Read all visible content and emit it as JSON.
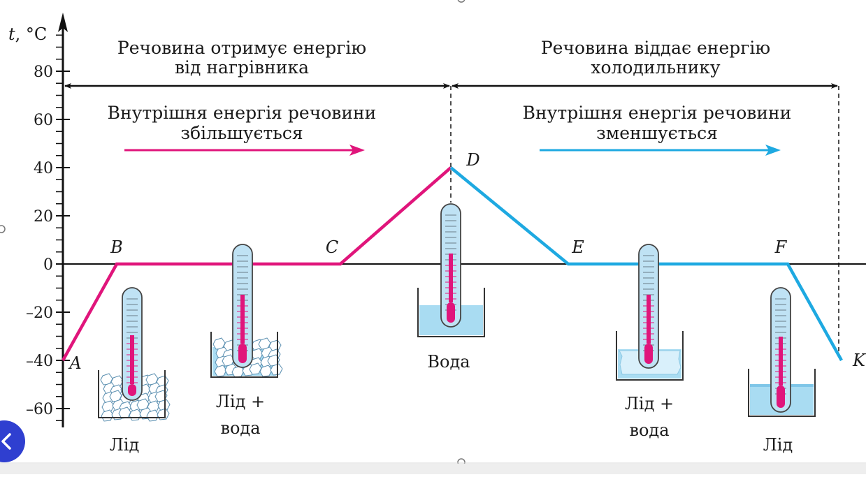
{
  "chart_data": {
    "type": "line",
    "ylabel_italic": "t",
    "ylabel_unit": ", °C",
    "y_ticks": [
      "80",
      "60",
      "40",
      "20",
      "0",
      "–20",
      "–40",
      "–60"
    ],
    "y_tick_values": [
      80,
      60,
      40,
      20,
      0,
      -20,
      -40,
      -60
    ],
    "ylim": [
      -68,
      98
    ],
    "grid": false,
    "series": [
      {
        "color": "#e0157b",
        "points": [
          [
            "A",
            -40
          ],
          [
            "B",
            0
          ],
          [
            "C",
            0
          ],
          [
            "D",
            40
          ]
        ]
      },
      {
        "color": "#1ea9e1",
        "points": [
          [
            "D",
            40
          ],
          [
            "E",
            0
          ],
          [
            "F",
            0
          ],
          [
            "K",
            -40
          ]
        ]
      }
    ],
    "point_labels": [
      "A",
      "B",
      "C",
      "D",
      "E",
      "F",
      "K"
    ]
  },
  "banners": {
    "left": [
      "Речовина отримує енергію",
      "від нагрівника"
    ],
    "right": [
      "Речовина віддає енергію",
      "холодильнику"
    ]
  },
  "energy_notes": {
    "left": [
      "Внутрішня енергія речовини",
      "збільшується"
    ],
    "right": [
      "Внутрішня енергія речовини",
      "зменшується"
    ]
  },
  "captions": {
    "ice_1": "Лід",
    "mix_1_line1": "Лід +",
    "mix_1_line2": "вода",
    "water": "Вода",
    "mix_2_line1": "Лід +",
    "mix_2_line2": "вода",
    "ice_2": "Лід"
  },
  "colors": {
    "heating": "#e0157b",
    "cooling": "#1ea9e1",
    "axis": "#111111",
    "thermo_glass": "#bfe2f4",
    "thermo_liquid": "#e0157b",
    "water": "#a9dcf2",
    "back_button": "#2f3fd0"
  },
  "icons": {
    "back": "chevron-left-icon"
  }
}
